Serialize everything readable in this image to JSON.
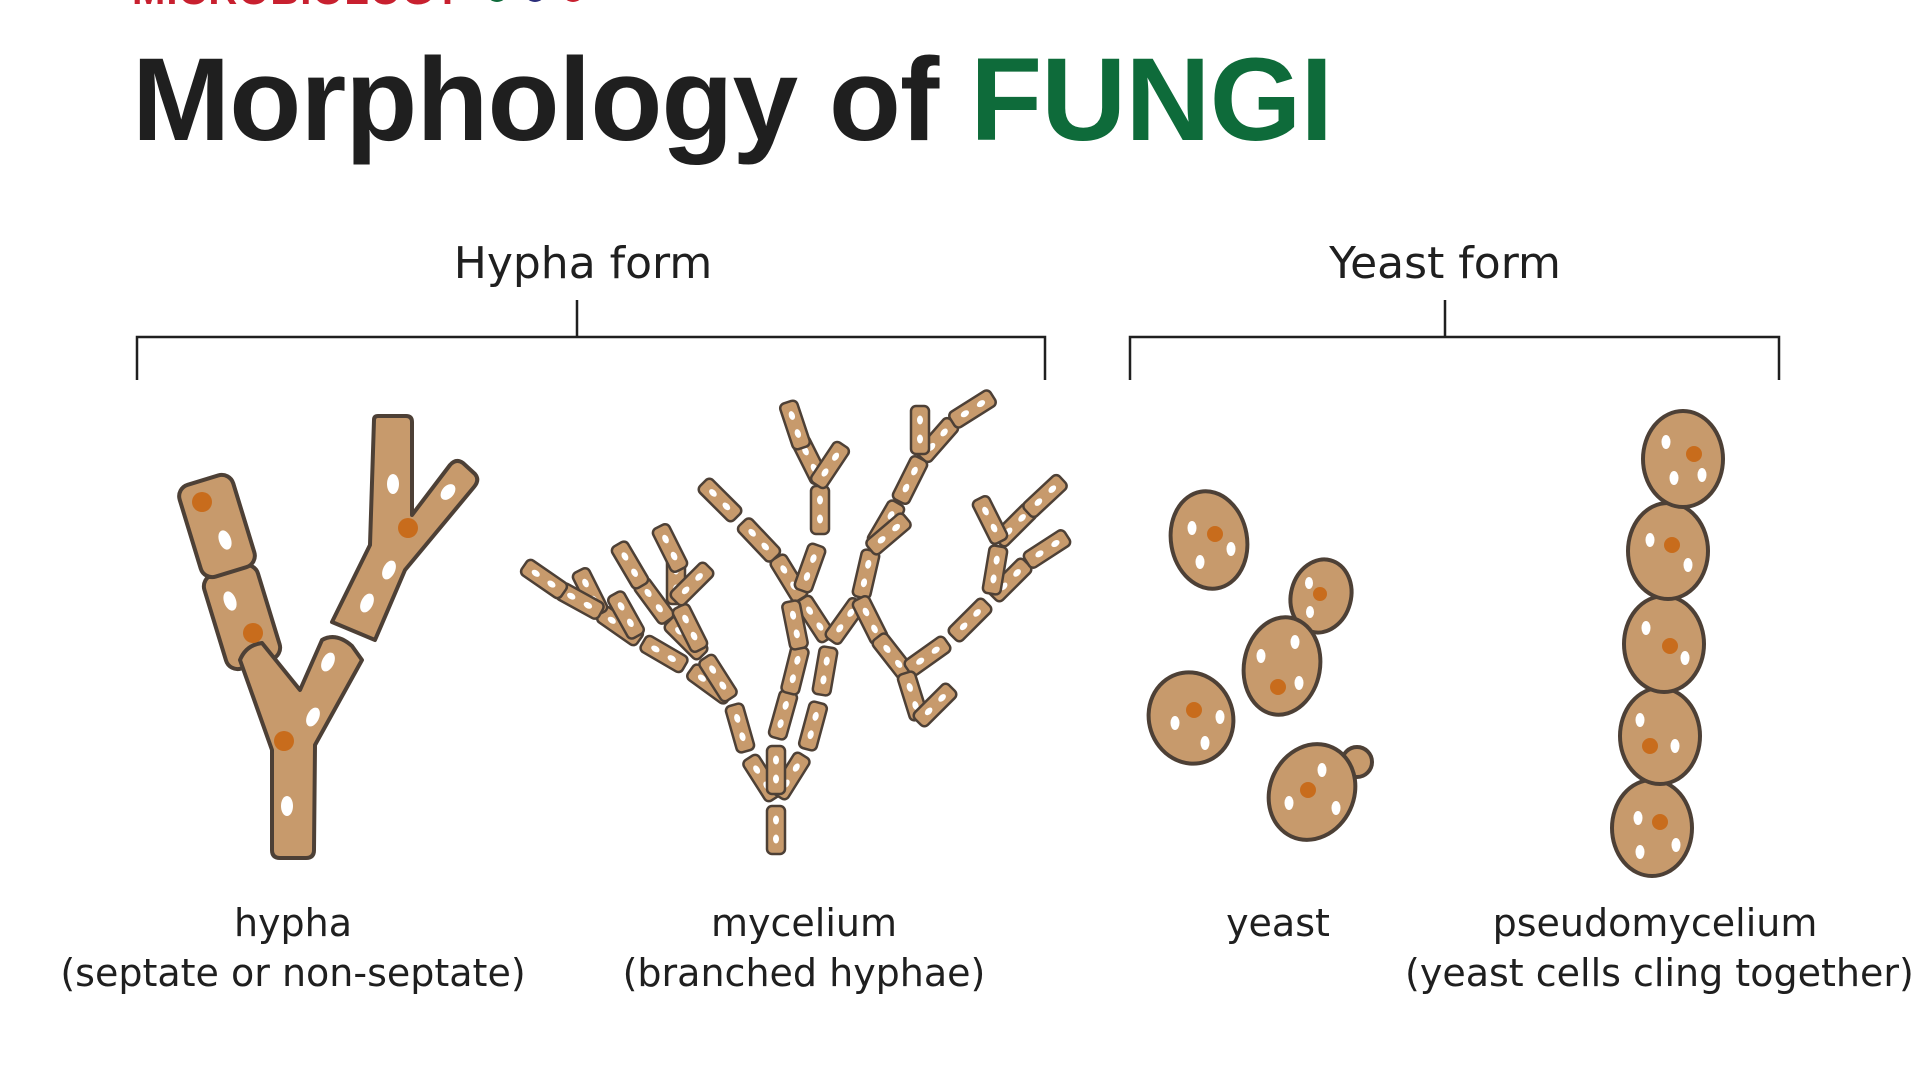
{
  "header": {
    "kicker": "MICROBIOLOGY",
    "title_main": "Morphology of",
    "title_accent": "FUNGI"
  },
  "sections": {
    "hypha_form": {
      "label": "Hypha form"
    },
    "yeast_form": {
      "label": "Yeast form"
    }
  },
  "items": [
    {
      "name": "hypha",
      "note": "(septate or non-septate)"
    },
    {
      "name": "mycelium",
      "note": "(branched hyphae)"
    },
    {
      "name": "yeast",
      "note": ""
    },
    {
      "name": "pseudomycelium",
      "note": "(yeast cells cling together)"
    }
  ],
  "colors": {
    "kicker": "#c8202f",
    "accent": "#0e6b3a",
    "dot_green": "#0e6b3a",
    "dot_navy": "#2b2d7a",
    "dot_red": "#c8202f",
    "cell_fill": "#c79a6c",
    "cell_outline": "#4d4036",
    "nucleus": "#c86c1c"
  },
  "icons": [
    "hypha-illustration",
    "mycelium-illustration",
    "yeast-cells-illustration",
    "pseudomycelium-illustration"
  ]
}
